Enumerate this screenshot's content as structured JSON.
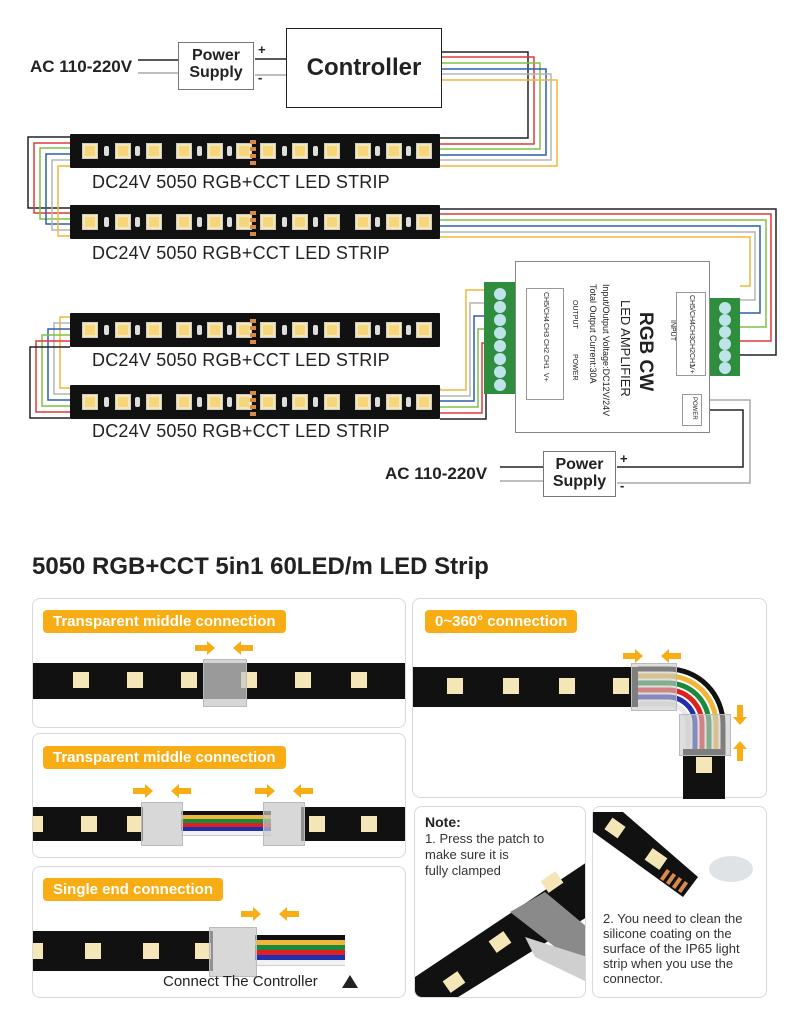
{
  "diagram": {
    "top": {
      "ac_input_label": "AC 110-220V",
      "power_supply_label_line1": "Power",
      "power_supply_label_line2": "Supply",
      "plus": "+",
      "minus": "-",
      "controller_label": "Controller"
    },
    "strips": [
      {
        "caption": "DC24V 5050 RGB+CCT LED STRIP"
      },
      {
        "caption": "DC24V 5050 RGB+CCT LED STRIP"
      },
      {
        "caption": "DC24V 5050 RGB+CCT LED STRIP"
      },
      {
        "caption": "DC24V 5050 RGB+CCT LED STRIP"
      }
    ],
    "amplifier": {
      "title": "RGB CW",
      "subtitle": "LED AMPLIFIER",
      "spec_line1": "Input/Output Voltage:DC12V/24V",
      "spec_line2": "Total Output Current:30A",
      "output_label": "OUTPUT",
      "output_channels": [
        "CH5/CH4",
        "CH3",
        "CH2",
        "CH1",
        "V+"
      ],
      "output_power_label": "POWER",
      "output_power_pins": [
        "+",
        "-"
      ],
      "input_label": "INPUT",
      "input_channels": [
        "CH5/CH4",
        "CH3",
        "CH2",
        "CH1",
        "V+"
      ],
      "power_switch_label": "POWER"
    },
    "bottom_supply": {
      "ac_input_label": "AC 110-220V",
      "power_supply_label_line1": "Power",
      "power_supply_label_line2": "Supply",
      "plus": "+",
      "minus": "-"
    },
    "wire_colors": {
      "black": "#222222",
      "red": "#e03a3a",
      "green": "#7ec242",
      "blue": "#2f5faa",
      "gray": "#b5b5b5",
      "yellow": "#f2b73a"
    }
  },
  "section": {
    "title": "5050 RGB+CCT 5in1 60LED/m LED Strip",
    "cards": [
      {
        "tag": "Transparent middle connection"
      },
      {
        "tag": "0~360° connection"
      },
      {
        "tag": "Transparent middle connection"
      },
      {
        "tag": "Single end connection",
        "footer": "Connect The Controller"
      }
    ],
    "note1": {
      "heading": "Note:",
      "text_line1": "1. Press the patch to",
      "text_line2": "make sure it is",
      "text_line3": "fully clamped"
    },
    "note2": {
      "line1": "2. You need to clean the",
      "line2": "silicone coating on the",
      "line3": "surface of the IP65 light",
      "line4": "strip when you use the",
      "line5": "connector."
    },
    "accent_color": "#f8ad14",
    "connector_wire_colors": [
      "#111111",
      "#f2b73a",
      "#1a8a3a",
      "#e02020",
      "#1f2fb0",
      "#ffffff"
    ]
  }
}
